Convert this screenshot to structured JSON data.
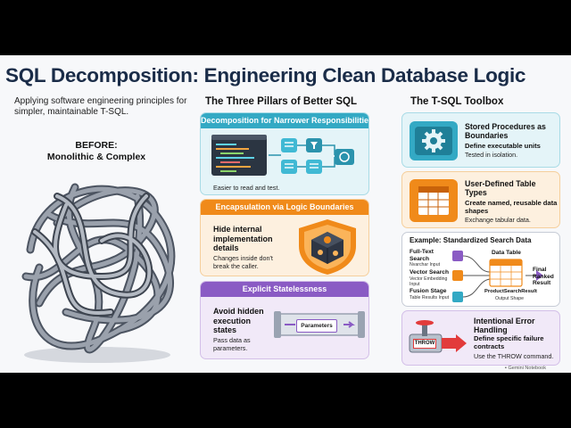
{
  "header": {
    "title": "SQL Decomposition: Engineering Clean Database Logic",
    "subtitle": "Applying software engineering principles for simpler, maintainable T-SQL."
  },
  "left_panel": {
    "before_label": "BEFORE:",
    "before_sublabel": "Monolithic & Complex"
  },
  "pillars": {
    "heading": "The Three Pillars of Better SQL",
    "cards": [
      {
        "title": "Decomposition for Narrower Responsibilities",
        "caption": "Easier to read and test.",
        "color": "#33a9c4"
      },
      {
        "title": "Encapsulation via Logic Boundaries",
        "heading": "Hide internal implementation details",
        "caption": "Changes inside don't break the caller.",
        "color": "#f08a1a"
      },
      {
        "title": "Explicit Statelessness",
        "heading": "Avoid hidden execution states",
        "caption": "Pass data as parameters.",
        "pipe_label": "Parameters",
        "color": "#8a5bc4"
      }
    ]
  },
  "toolbox": {
    "heading": "The T-SQL Toolbox",
    "stored_procedures": {
      "title": "Stored Procedures as Boundaries",
      "subtitle": "Define executable units",
      "caption": "Tested in isolation."
    },
    "table_types": {
      "title": "User-Defined Table Types",
      "subtitle": "Create named, reusable data shapes",
      "caption": "Exchange tabular data."
    },
    "search": {
      "title": "Example: Standardized Search Data",
      "inputs": [
        {
          "label": "Full-Text Search",
          "sub": "Nvarchar Input"
        },
        {
          "label": "Vector Search",
          "sub": "Vector Embedding Input"
        },
        {
          "label": "Fusion Stage",
          "sub": "Table Results Input"
        }
      ],
      "table_label": "Data Table",
      "result_label": "ProductSearchResult",
      "result_sub": "Output Shape",
      "final_label": "Final Ranked Result"
    },
    "error_handling": {
      "title": "Intentional Error Handling",
      "subtitle": "Define specific failure contracts",
      "caption": "Use the THROW command.",
      "throw_label": "THROW"
    }
  },
  "watermark": "Gemini Notebook"
}
